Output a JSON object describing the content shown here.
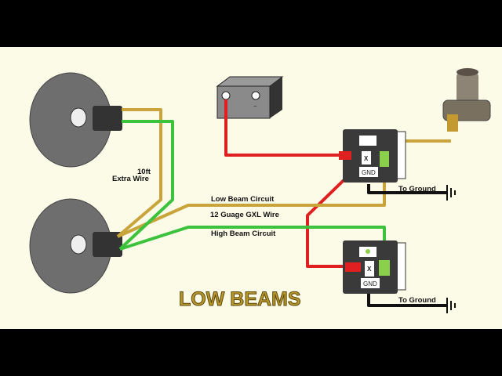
{
  "diagram": {
    "title": "LOW BEAMS",
    "labels": {
      "extra_wire_line1": "10ft",
      "extra_wire_line2": "Extra Wire",
      "low_beam_circuit": "Low Beam Circuit",
      "wire_type": "12 Guage GXL Wire",
      "high_beam_circuit": "High Beam Circuit",
      "to_ground_1": "To Ground",
      "to_ground_2": "To Ground"
    },
    "relay_1": {
      "pin_x": "X",
      "pin_gnd": "GND"
    },
    "relay_2": {
      "pin_x": "X",
      "pin_gnd": "GND"
    },
    "battery": {
      "minus": "−"
    },
    "colors": {
      "background": "#fcfbe8",
      "low_beam_wire": "#c9a43a",
      "high_beam_wire": "#3cc23c",
      "power_wire": "#e02020",
      "ground_wire": "#111111",
      "title": "#b8962a"
    }
  }
}
